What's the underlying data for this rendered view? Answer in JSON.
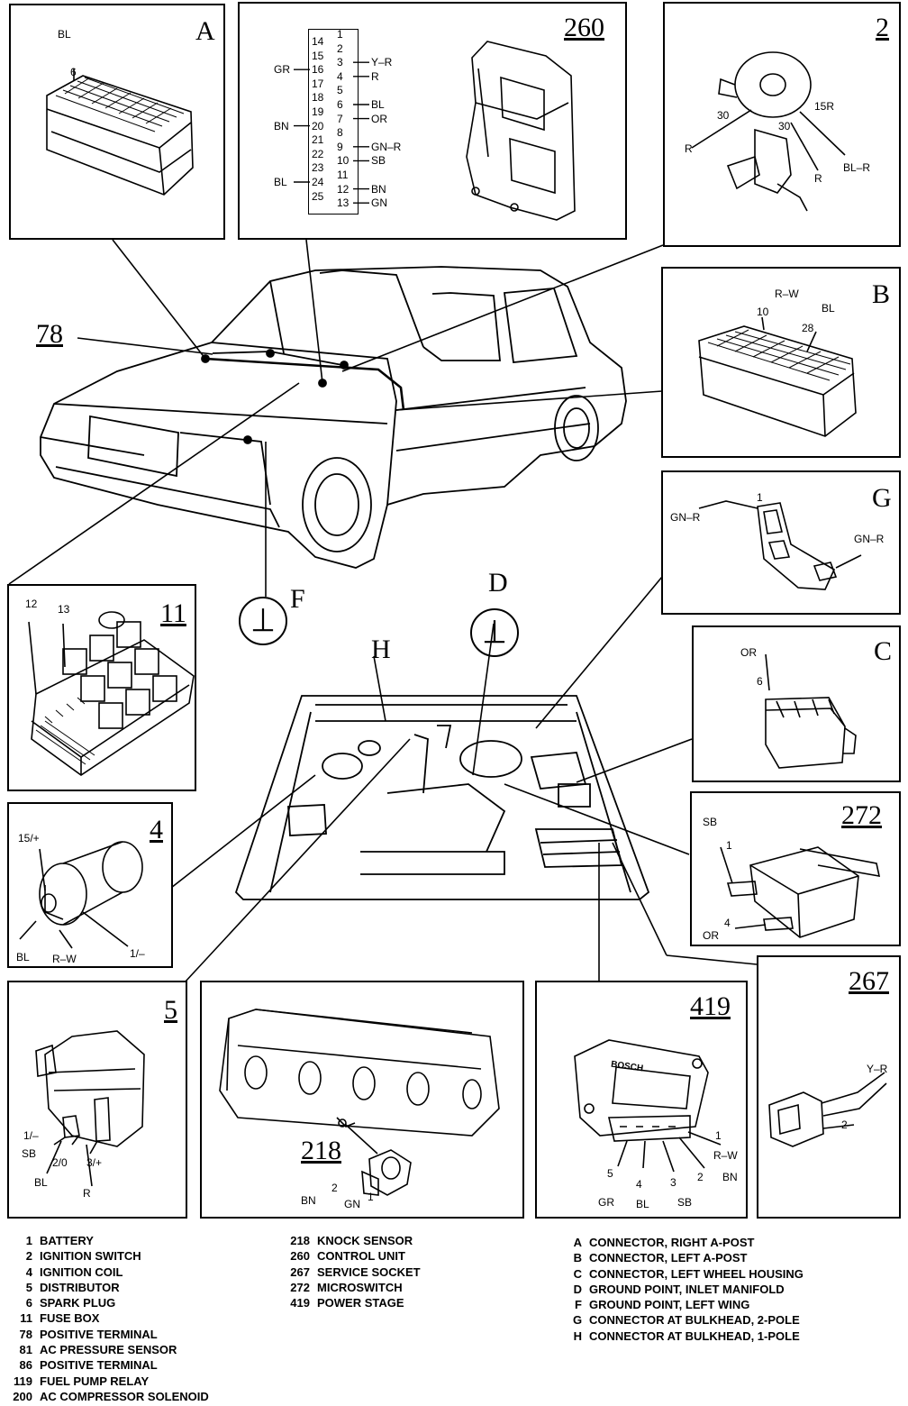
{
  "panels": {
    "A": {
      "title": "A",
      "labels": [
        "BL",
        "6"
      ]
    },
    "c260": {
      "title": "260",
      "pins_left": [
        "14",
        "15",
        "16",
        "17",
        "18",
        "19",
        "20",
        "21",
        "22",
        "23",
        "24",
        "25"
      ],
      "pins_right": [
        "1",
        "2",
        "3",
        "4",
        "5",
        "6",
        "7",
        "8",
        "9",
        "10",
        "11",
        "12",
        "13"
      ],
      "wires_left": {
        "16": "GR",
        "20": "BN",
        "24": "BL"
      },
      "wires_right": {
        "3": "Y–R",
        "4": "R",
        "6": "BL",
        "7": "OR",
        "9": "GN–R",
        "10": "SB",
        "12": "BN",
        "13": "GN"
      }
    },
    "c2": {
      "title": "2",
      "labels": [
        "30",
        "15R",
        "R",
        "30",
        "R",
        "BL–R"
      ]
    },
    "B": {
      "title": "B",
      "labels": [
        "R–W",
        "BL",
        "10",
        "28"
      ]
    },
    "G": {
      "title": "G",
      "labels": [
        "1",
        "GN–R",
        "GN–R"
      ]
    },
    "C": {
      "title": "C",
      "labels": [
        "OR",
        "6"
      ]
    },
    "c272": {
      "title": "272",
      "labels": [
        "SB",
        "1",
        "4",
        "OR"
      ]
    },
    "c11": {
      "title": "11",
      "labels": [
        "12",
        "13"
      ]
    },
    "c4": {
      "title": "4",
      "labels": [
        "15/+",
        "BL",
        "R–W",
        "1/–"
      ]
    },
    "c5": {
      "title": "5",
      "labels": [
        "1/–",
        "SB",
        "2/0",
        "3/+",
        "BL",
        "R"
      ]
    },
    "c218": {
      "title": "218",
      "labels": [
        "2",
        "BN",
        "1",
        "GN"
      ]
    },
    "c419": {
      "title": "419",
      "brand": "BOSCH",
      "labels": [
        "1",
        "R–W",
        "2",
        "BN",
        "3",
        "SB",
        "4",
        "BL",
        "5",
        "GR"
      ]
    },
    "c267": {
      "title": "267",
      "labels": [
        "Y–R",
        "2"
      ]
    }
  },
  "callouts": {
    "c78": "78",
    "F": "F",
    "D": "D",
    "H": "H"
  },
  "legend": {
    "col1": [
      {
        "num": "1",
        "text": "BATTERY"
      },
      {
        "num": "2",
        "text": "IGNITION SWITCH"
      },
      {
        "num": "4",
        "text": "IGNITION COIL"
      },
      {
        "num": "5",
        "text": "DISTRIBUTOR"
      },
      {
        "num": "6",
        "text": "SPARK PLUG"
      },
      {
        "num": "11",
        "text": "FUSE BOX"
      },
      {
        "num": "78",
        "text": "POSITIVE TERMINAL"
      },
      {
        "num": "81",
        "text": "AC PRESSURE SENSOR"
      },
      {
        "num": "86",
        "text": "POSITIVE TERMINAL"
      },
      {
        "num": "119",
        "text": "FUEL PUMP RELAY"
      },
      {
        "num": "200",
        "text": "AC COMPRESSOR SOLENOID"
      }
    ],
    "col2": [
      {
        "num": "218",
        "text": "KNOCK SENSOR"
      },
      {
        "num": "260",
        "text": "CONTROL UNIT"
      },
      {
        "num": "267",
        "text": "SERVICE SOCKET"
      },
      {
        "num": "272",
        "text": "MICROSWITCH"
      },
      {
        "num": "419",
        "text": "POWER STAGE"
      }
    ],
    "col3": [
      {
        "num": "A",
        "text": "CONNECTOR, RIGHT A-POST"
      },
      {
        "num": "B",
        "text": "CONNECTOR, LEFT A-POST"
      },
      {
        "num": "C",
        "text": "CONNECTOR, LEFT WHEEL HOUSING"
      },
      {
        "num": "D",
        "text": "GROUND POINT, INLET MANIFOLD"
      },
      {
        "num": "F",
        "text": "GROUND POINT, LEFT WING"
      },
      {
        "num": "G",
        "text": "CONNECTOR AT BULKHEAD, 2-POLE"
      },
      {
        "num": "H",
        "text": "CONNECTOR AT BULKHEAD, 1-POLE"
      }
    ]
  }
}
